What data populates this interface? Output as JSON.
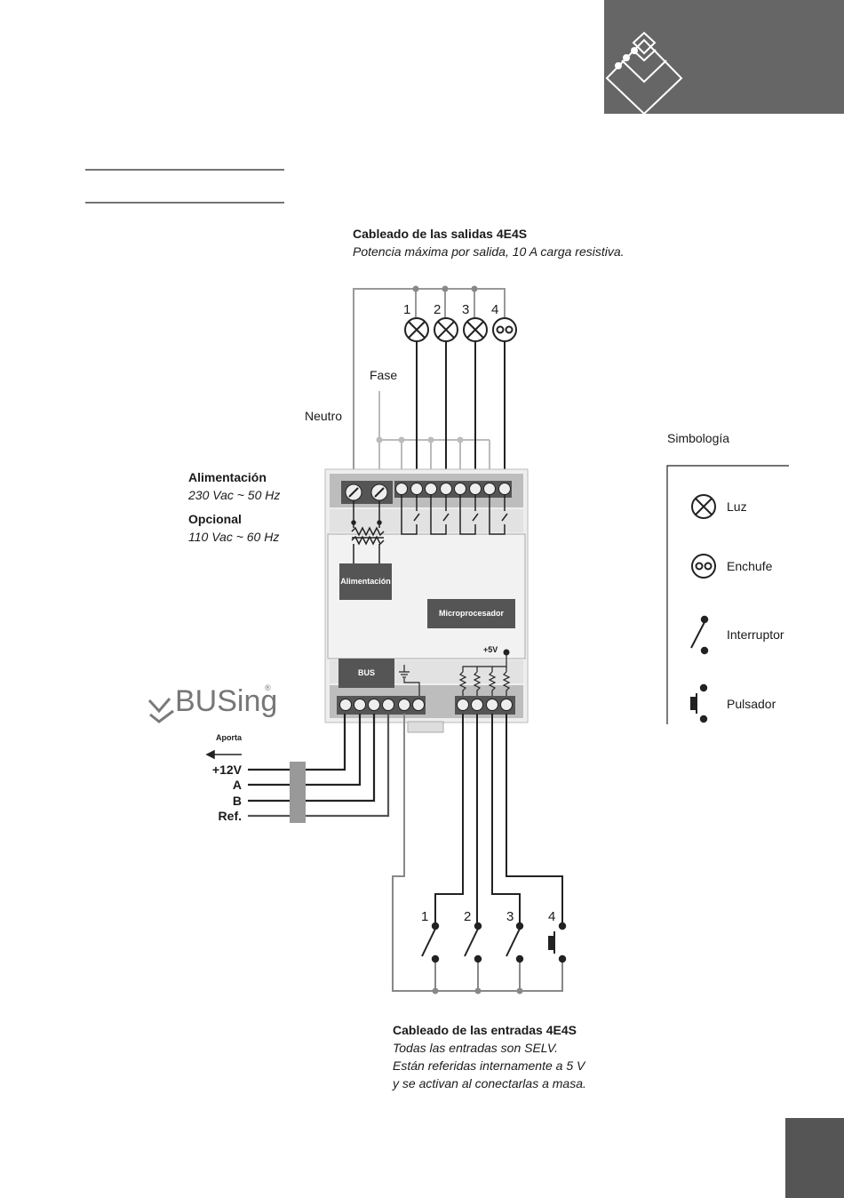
{
  "header": {
    "accent_color": "#666666"
  },
  "outputs": {
    "title": "Cableado de las salidas 4E4S",
    "subtitle": "Potencia máxima por salida, 10 A carga resistiva.",
    "numbers": [
      "1",
      "2",
      "3",
      "4"
    ],
    "fase": "Fase",
    "neutro": "Neutro"
  },
  "power": {
    "label": "Alimentación",
    "value": "230 Vac ~ 50 Hz",
    "optional_label": "Opcional",
    "optional_value": "110 Vac ~ 60 Hz"
  },
  "module": {
    "psu_label": "Alimentación",
    "cpu_label": "Microprocesador",
    "bus_label": "BUS",
    "v5_label": "+5V"
  },
  "bus_wires": {
    "aporta": "Aporta",
    "labels": [
      "+12V",
      "A",
      "B",
      "Ref."
    ]
  },
  "brand": {
    "logo_text": "BUSing",
    "registered": "®"
  },
  "symbology": {
    "title": "Simbología",
    "items": [
      "Luz",
      "Enchufe",
      "Interruptor",
      "Pulsador"
    ]
  },
  "inputs": {
    "numbers": [
      "1",
      "2",
      "3",
      "4"
    ],
    "title": "Cableado de las entradas 4E4S",
    "lines": [
      "Todas las entradas son SELV.",
      "Están referidas internamente a 5 V",
      "y se activan al conectarlas a masa."
    ]
  }
}
